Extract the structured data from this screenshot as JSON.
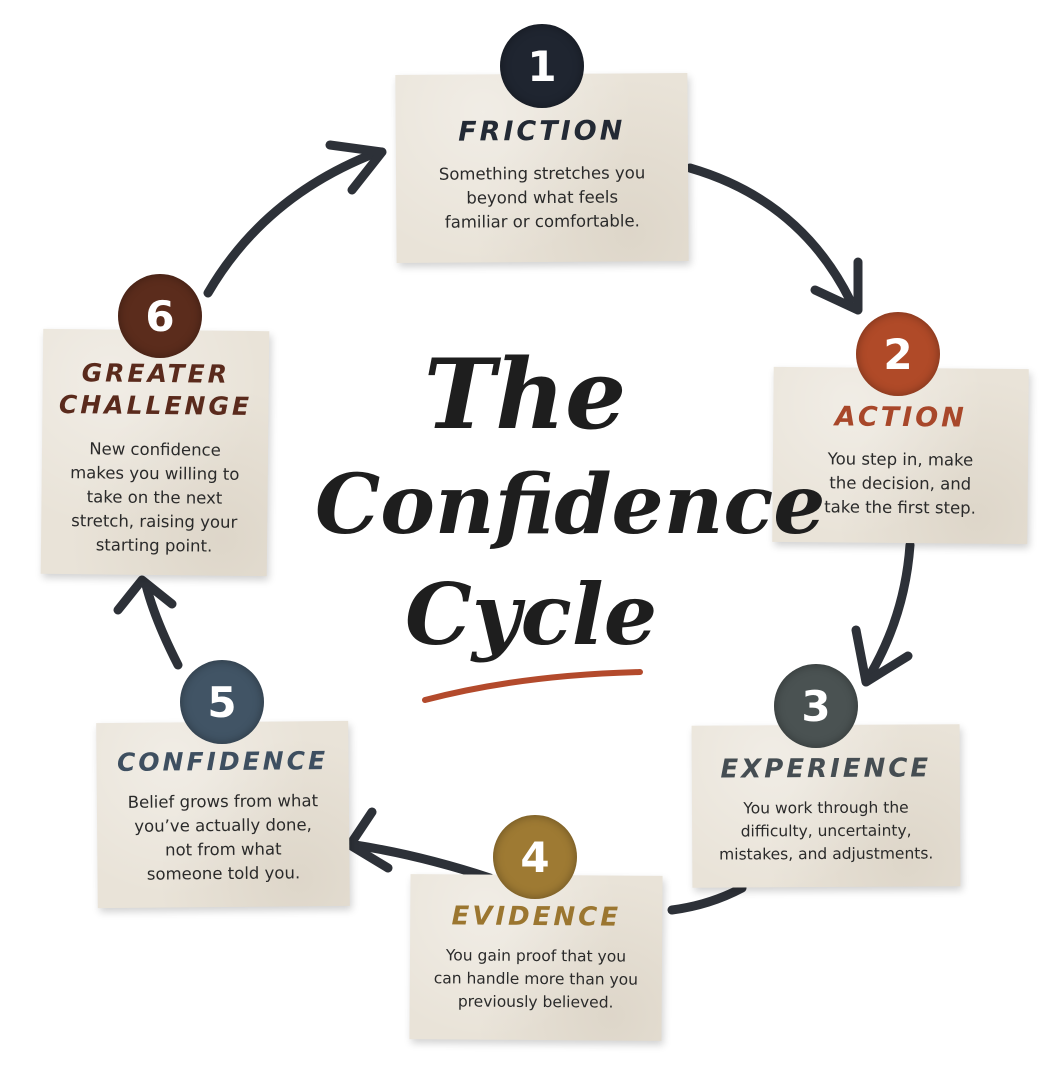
{
  "title": {
    "line1": "The",
    "line2": "Confidence",
    "line3": "Cycle",
    "underline_color": "#b34a2c"
  },
  "steps": [
    {
      "number": "1",
      "name": "FRICTION",
      "description": [
        "Something stretches you",
        "beyond what feels",
        "familiar or comfortable."
      ],
      "color": "#1f2530",
      "title_color": "#232a35"
    },
    {
      "number": "2",
      "name": "ACTION",
      "description": [
        "You step in, make",
        "the decision, and",
        "take the first step."
      ],
      "color": "#b04a28",
      "title_color": "#a8472a"
    },
    {
      "number": "3",
      "name": "EXPERIENCE",
      "description": [
        "You work through the",
        "difficulty, uncertainty,",
        "mistakes, and adjustments."
      ],
      "color": "#4a5252",
      "title_color": "#454d52"
    },
    {
      "number": "4",
      "name": "EVIDENCE",
      "description": [
        "You gain proof that you",
        "can handle more than you",
        "previously believed."
      ],
      "color": "#9e7a33",
      "title_color": "#9b7630"
    },
    {
      "number": "5",
      "name": "CONFIDENCE",
      "description": [
        "Belief grows from what",
        "you’ve actually done,",
        "not from what",
        "someone told you."
      ],
      "color": "#415465",
      "title_color": "#3e4f60"
    },
    {
      "number": "6",
      "name_lines": [
        "GREATER",
        "CHALLENGE"
      ],
      "description": [
        "New confidence",
        "makes you willing to",
        "take on the next",
        "stretch, raising your",
        "starting point."
      ],
      "color": "#5b2c1c",
      "title_color": "#5a2a1c"
    }
  ],
  "colors": {
    "arrow": "#2d3138",
    "card": "#e9e3d8"
  }
}
